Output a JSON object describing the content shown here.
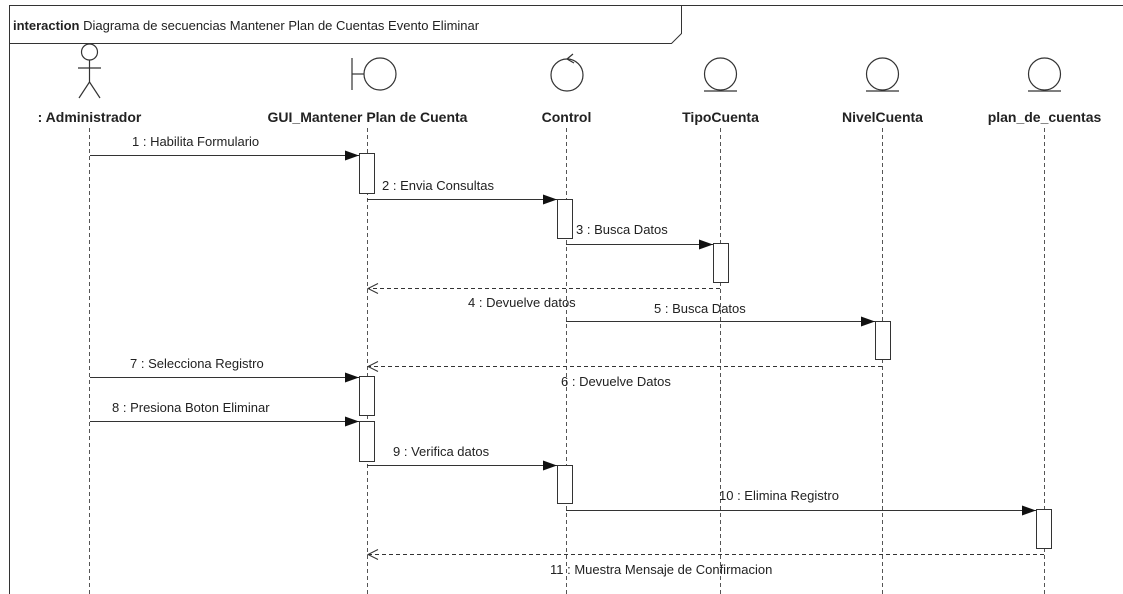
{
  "frame": {
    "keyword": "interaction",
    "title": "Diagrama de secuencias  Mantener Plan de Cuentas Evento Eliminar"
  },
  "participants": [
    {
      "id": "admin",
      "name": ": Administrador",
      "kind": "actor"
    },
    {
      "id": "gui",
      "name": "GUI_Mantener Plan de Cuenta",
      "kind": "boundary"
    },
    {
      "id": "control",
      "name": "Control",
      "kind": "control"
    },
    {
      "id": "tipo",
      "name": "TipoCuenta",
      "kind": "entity"
    },
    {
      "id": "nivel",
      "name": "NivelCuenta",
      "kind": "entity"
    },
    {
      "id": "plan",
      "name": "plan_de_cuentas",
      "kind": "entity"
    }
  ],
  "messages": [
    {
      "label": "1 : Habilita Formulario",
      "from": "admin",
      "to": "gui",
      "kind": "sync"
    },
    {
      "label": "2 : Envia Consultas",
      "from": "gui",
      "to": "control",
      "kind": "sync"
    },
    {
      "label": "3 : Busca Datos",
      "from": "control",
      "to": "tipo",
      "kind": "sync"
    },
    {
      "label": "4 : Devuelve datos",
      "from": "tipo",
      "to": "gui",
      "kind": "return"
    },
    {
      "label": "5 : Busca Datos",
      "from": "control",
      "to": "nivel",
      "kind": "sync"
    },
    {
      "label": "6 : Devuelve Datos",
      "from": "nivel",
      "to": "gui",
      "kind": "return"
    },
    {
      "label": "7 : Selecciona Registro",
      "from": "admin",
      "to": "gui",
      "kind": "sync"
    },
    {
      "label": "8 : Presiona  Boton Eliminar",
      "from": "admin",
      "to": "gui",
      "kind": "sync"
    },
    {
      "label": "9 : Verifica datos",
      "from": "gui",
      "to": "control",
      "kind": "sync"
    },
    {
      "label": "10 : Elimina Registro",
      "from": "control",
      "to": "plan",
      "kind": "sync"
    },
    {
      "label": "11 : Muestra Mensaje de Confirmacion",
      "from": "plan",
      "to": "gui",
      "kind": "return"
    }
  ]
}
